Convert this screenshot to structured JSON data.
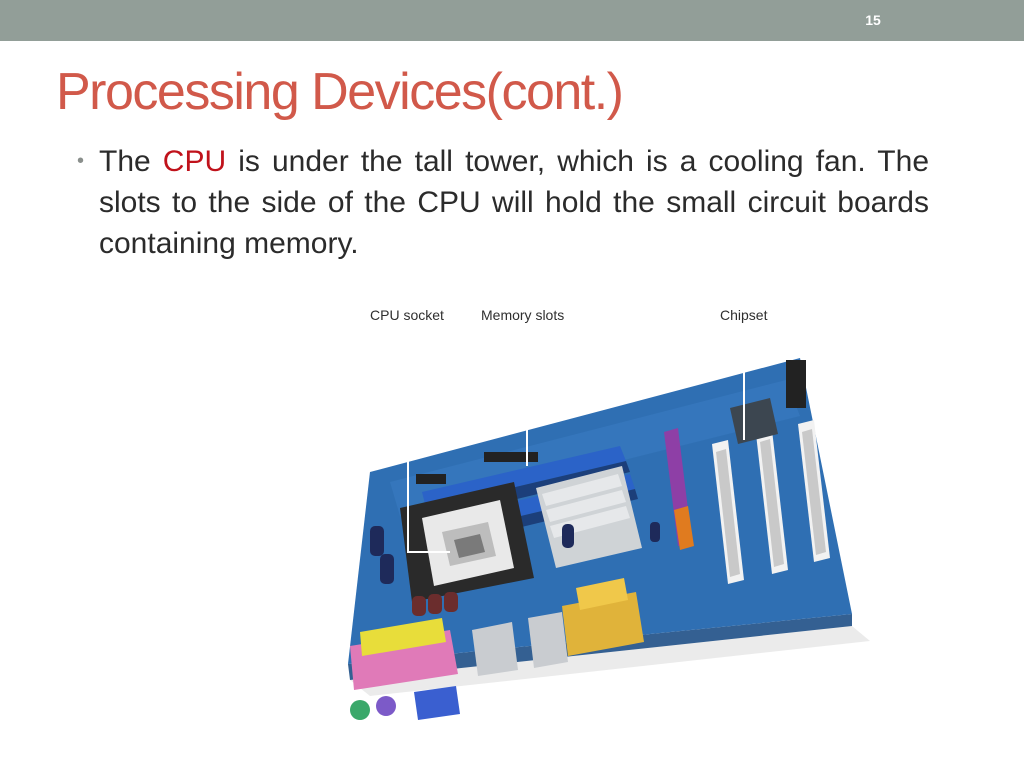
{
  "slide": {
    "number": "15",
    "title": "Processing Devices(cont.)",
    "body": {
      "before": "The ",
      "highlight": "CPU",
      "after": " is under the tall tower, which is a cooling fan. The slots to the side of the CPU will hold the small circuit boards containing memory."
    }
  },
  "figure": {
    "callouts": {
      "cpu_socket": "CPU socket",
      "memory_slots": "Memory slots",
      "chipset": "Chipset"
    },
    "colors": {
      "pcb": "#2f6fb3",
      "pcb_edge": "#1e4f86",
      "slot_blue": "#2b63c8",
      "pci_white": "#f2f2f2",
      "agp_purple": "#8e3fa6",
      "io_pink": "#e07ab8",
      "io_yellow": "#e8dd3a",
      "audio_gold": "#e0b33a"
    }
  }
}
